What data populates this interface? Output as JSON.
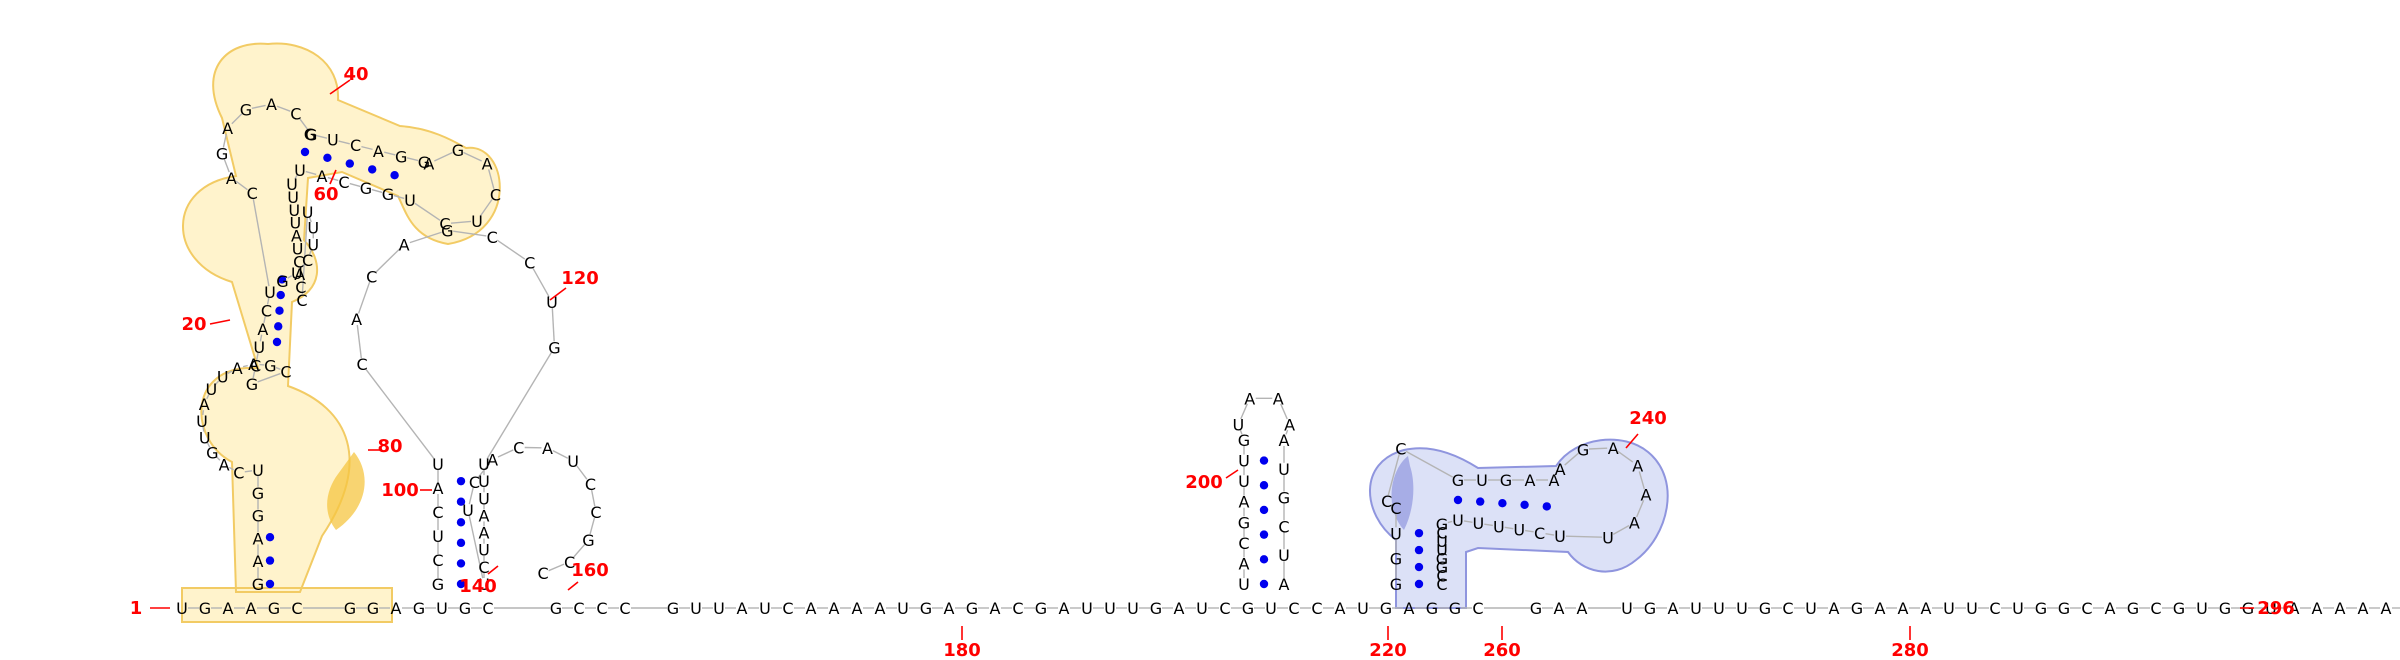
{
  "diagram": {
    "sequence_length": 296,
    "sequence_blocks": {
      "main": "UGAAGCGGAGUGCGCCCGUUAUCAAAAUGAGACGAUUUGAUCGUCCAUGAGGCGAAUGAUUUGCUAGAAAUUCUGGCAGCGUGGUAAAAAGAUUUUUU",
      "hp_left_up": "GAAGGUCAGUUAUUAAGCGCUACU",
      "hp_left_top": "CAGAGACG",
      "hp_right_up": "GUCAGG",
      "hp_right_top": "AGACUC",
      "hp_right_down": "UGGCAUUUUCUG",
      "hp_left_down": "UUUUAUCACC",
      "ml_up": "GCUCAUCAGGCGG",
      "ml_top": "CACAGCCUG",
      "ml_down": "UUUAAUCUUCACAUCCGCC",
      "hp200_up": "UACGAUUG",
      "hp200_top": "UAAA",
      "hp200_down": "AUGCUA",
      "hp240_up": "GGUCCCGUGAA",
      "hp240_top": "AGAAAAU",
      "hp240_down": "UCUUUUGCUUGGCC"
    },
    "position_labels": [
      "1",
      "20",
      "40",
      "60",
      "80",
      "100",
      "120",
      "140",
      "160",
      "180",
      "200",
      "220",
      "240",
      "260",
      "280",
      "296"
    ],
    "highlight_colors": {
      "domain_1": "#f5c542",
      "domain_2": "#7c83d9",
      "base_pair_dot": "#0000ee",
      "position_number": "#ff0000"
    }
  }
}
